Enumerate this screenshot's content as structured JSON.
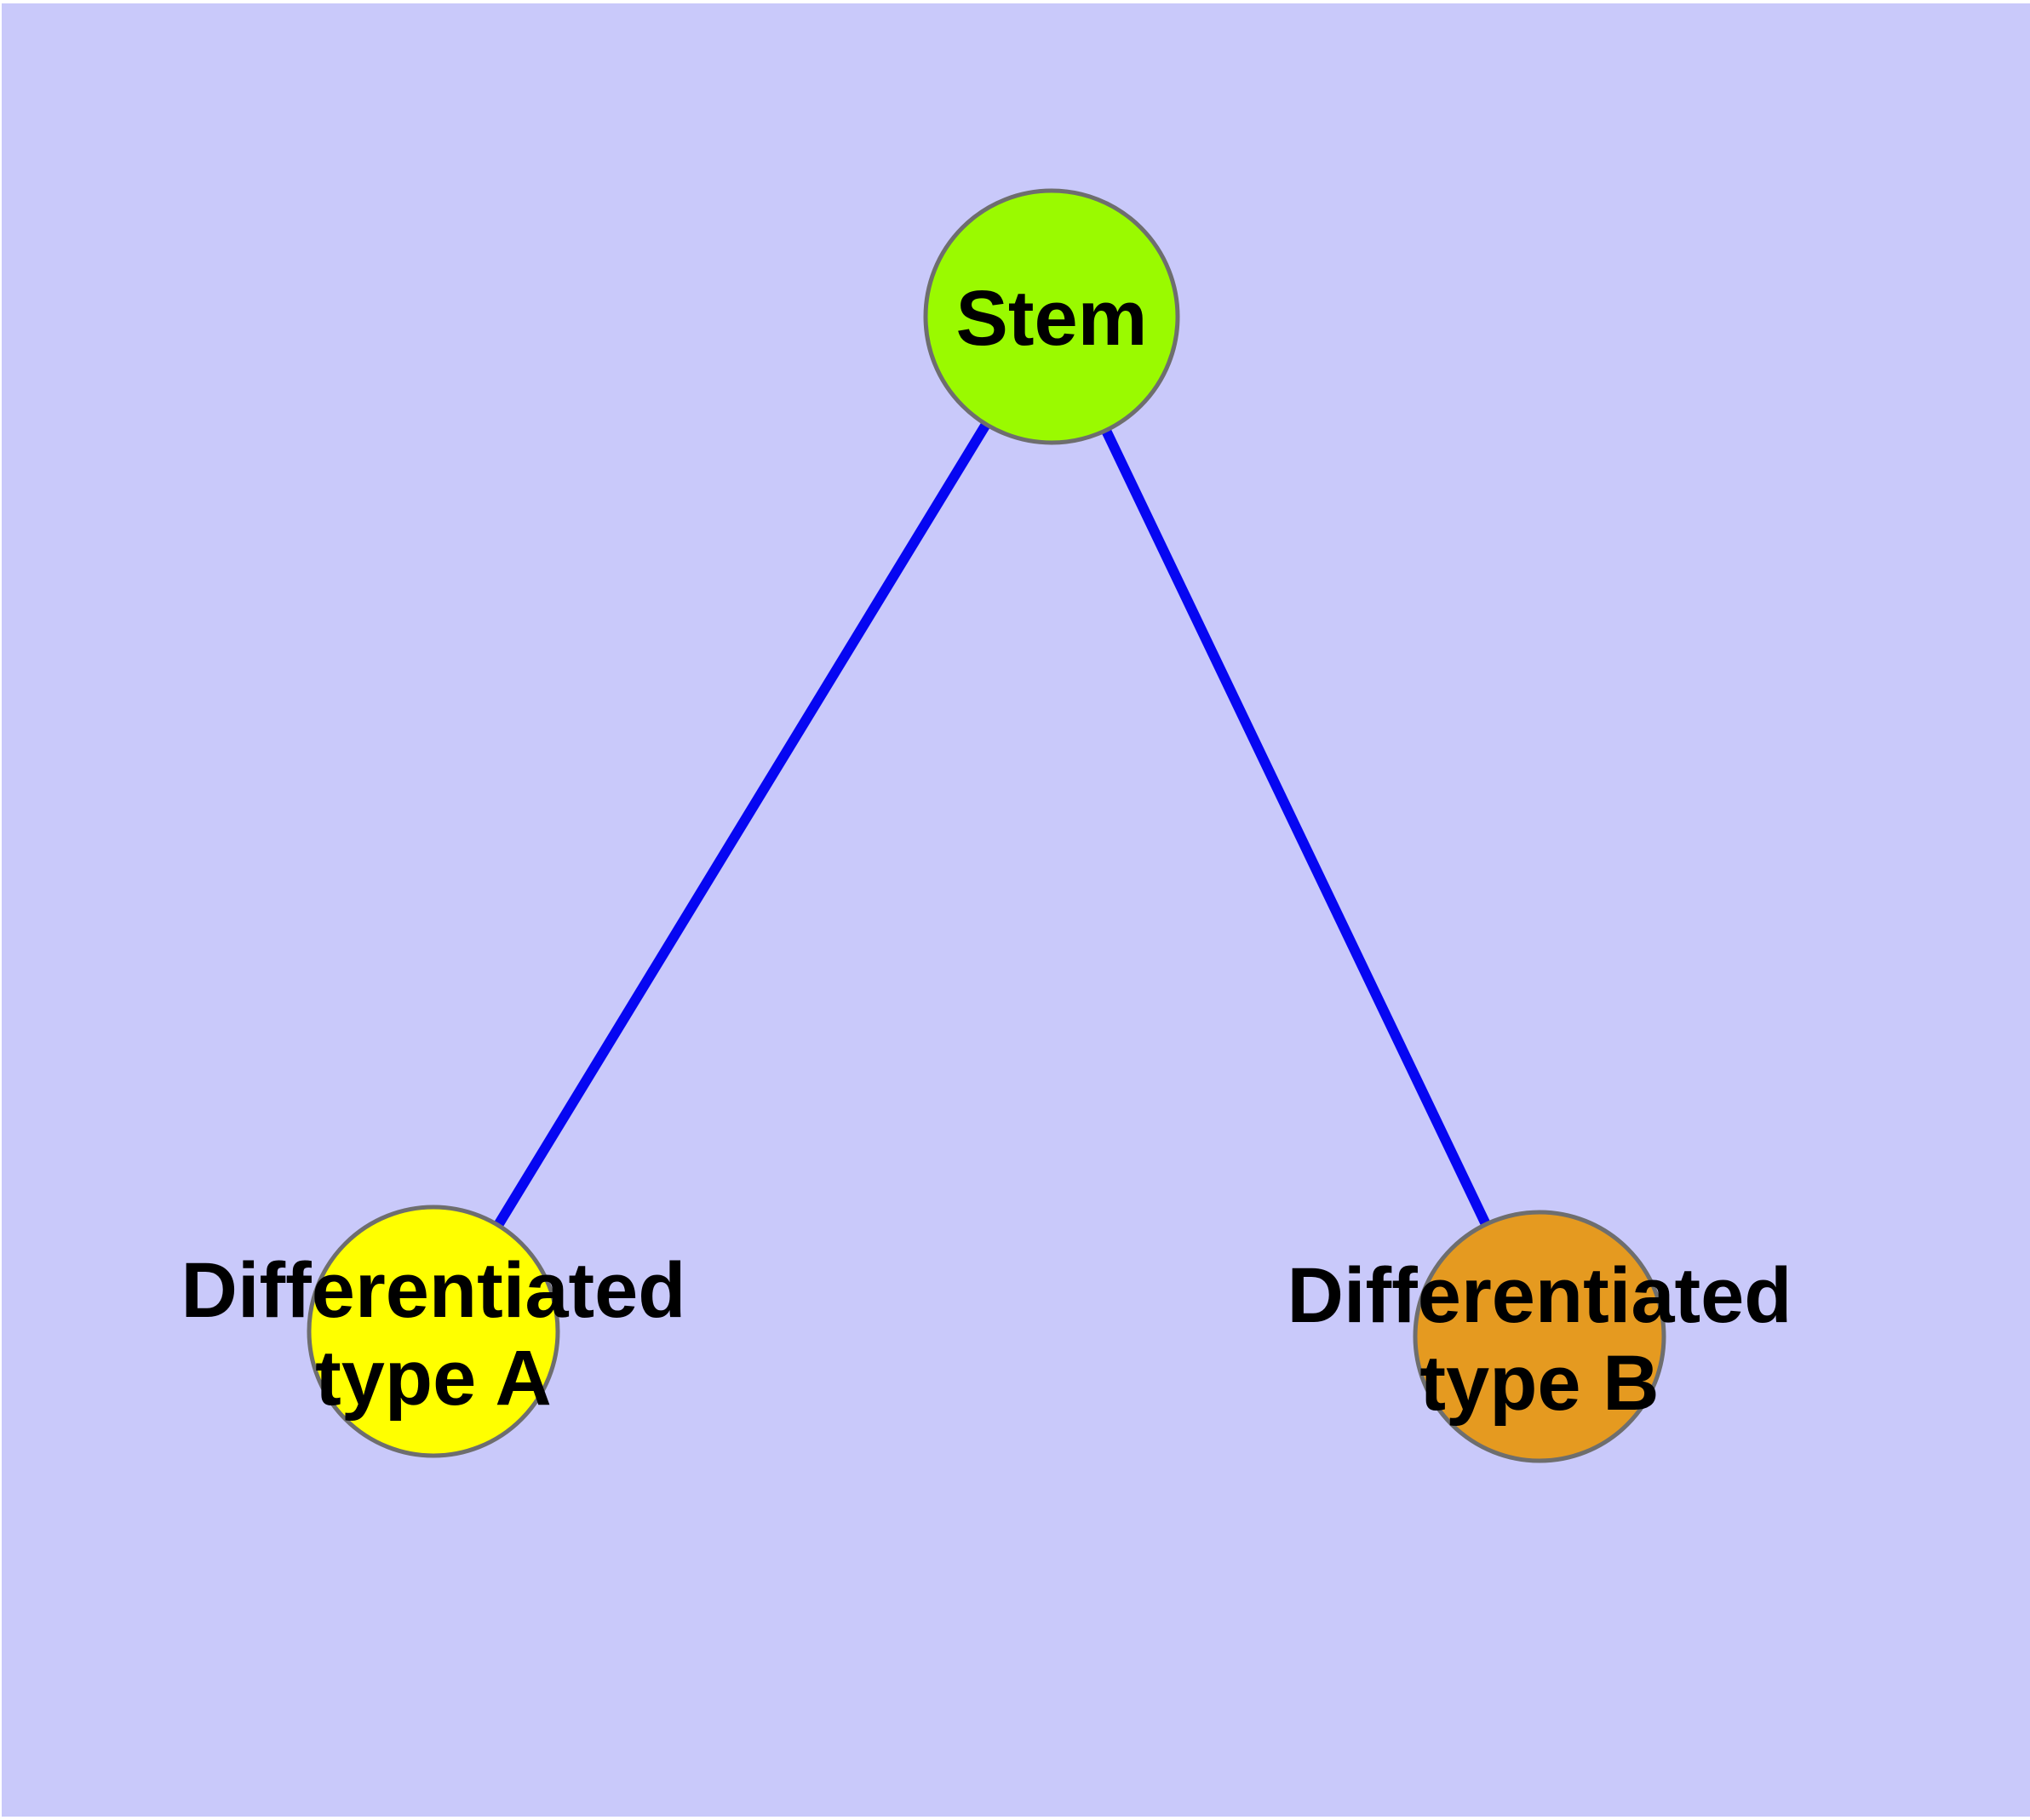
{
  "colors": {
    "background": "#c9c9fa",
    "edge": "#0606f2",
    "node_border": "#6e6e6e",
    "label_text": "#000000"
  },
  "nodes": {
    "stem": {
      "label": "Stem",
      "fill": "#9afa00"
    },
    "type_a": {
      "label_line1": "Differentiated",
      "label_line2": "type A",
      "fill": "#ffff00"
    },
    "type_b": {
      "label_line1": "Differentiated",
      "label_line2": "type B",
      "fill": "#e59a20"
    }
  },
  "edges": [
    {
      "from": "Stem",
      "to": "Differentiated type A"
    },
    {
      "from": "Stem",
      "to": "Differentiated type B"
    }
  ]
}
